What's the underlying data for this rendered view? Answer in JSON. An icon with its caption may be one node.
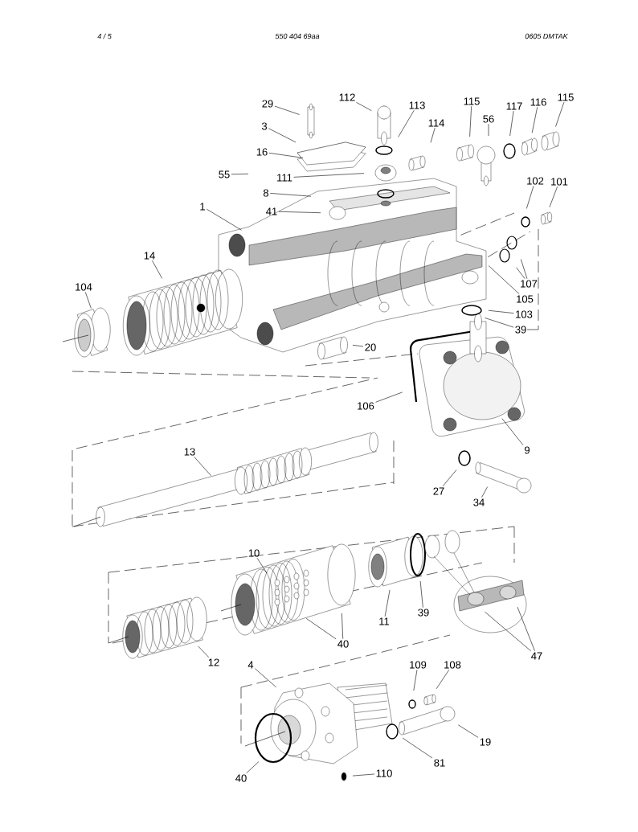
{
  "diagram": {
    "nodes": [
      {
        "text": [
          "29"
        ]
      },
      {
        "text": [
          "112"
        ]
      },
      {
        "text": [
          "113"
        ]
      },
      {
        "text": [
          "114"
        ]
      },
      {
        "text": [
          "115"
        ]
      },
      {
        "text": [
          "56"
        ]
      },
      {
        "text": [
          "117"
        ]
      },
      {
        "text": [
          "116"
        ]
      },
      {
        "text": [
          "115"
        ]
      },
      {
        "text": [
          "3"
        ]
      },
      {
        "text": [
          "16"
        ]
      },
      {
        "text": [
          "55"
        ]
      },
      {
        "text": [
          "111"
        ]
      },
      {
        "text": [
          "8"
        ]
      },
      {
        "text": [
          "1"
        ]
      },
      {
        "text": [
          "41"
        ]
      },
      {
        "text": [
          "102"
        ]
      },
      {
        "text": [
          "101"
        ]
      },
      {
        "text": [
          "14"
        ]
      },
      {
        "text": [
          "104"
        ]
      },
      {
        "text": [
          "107"
        ]
      },
      {
        "text": [
          "105"
        ]
      },
      {
        "text": [
          "103"
        ]
      },
      {
        "text": [
          "39"
        ]
      },
      {
        "text": [
          "20"
        ]
      },
      {
        "text": [
          "106"
        ]
      },
      {
        "text": [
          "9"
        ]
      },
      {
        "text": [
          "13"
        ]
      },
      {
        "text": [
          "27"
        ]
      },
      {
        "text": [
          "34"
        ]
      },
      {
        "text": [
          "10"
        ]
      },
      {
        "text": [
          "11"
        ]
      },
      {
        "text": [
          "39"
        ]
      },
      {
        "text": [
          "40"
        ]
      },
      {
        "text": [
          "12"
        ]
      },
      {
        "text": [
          "47"
        ]
      },
      {
        "text": [
          "4"
        ]
      },
      {
        "text": [
          "109"
        ]
      },
      {
        "text": [
          "108"
        ]
      },
      {
        "text": [
          "19"
        ]
      },
      {
        "text": [
          "81"
        ]
      },
      {
        "text": [
          "40"
        ]
      },
      {
        "text": [
          "110"
        ]
      }
    ],
    "edges": [
      {
        "from": 0,
        "to": null,
        "arrow": "none"
      },
      {
        "from": 1,
        "to": null,
        "arrow": "none"
      },
      {
        "from": 2,
        "to": null,
        "arrow": "none"
      },
      {
        "from": 3,
        "to": null,
        "arrow": "none"
      },
      {
        "from": 4,
        "to": null,
        "arrow": "none"
      },
      {
        "from": 5,
        "to": null,
        "arrow": "none"
      },
      {
        "from": 6,
        "to": null,
        "arrow": "none"
      },
      {
        "from": 7,
        "to": null,
        "arrow": "none"
      },
      {
        "from": 8,
        "to": null,
        "arrow": "none"
      },
      {
        "from": 9,
        "to": null,
        "arrow": "none"
      },
      {
        "from": 10,
        "to": null,
        "arrow": "none"
      },
      {
        "from": 11,
        "to": null,
        "arrow": "none"
      },
      {
        "from": 12,
        "to": null,
        "arrow": "none"
      },
      {
        "from": 13,
        "to": null,
        "arrow": "none"
      },
      {
        "from": 14,
        "to": null,
        "arrow": "none"
      },
      {
        "from": 15,
        "to": null,
        "arrow": "none"
      },
      {
        "from": 16,
        "to": null,
        "arrow": "none"
      },
      {
        "from": 17,
        "to": null,
        "arrow": "none"
      },
      {
        "from": 18,
        "to": null,
        "arrow": "none"
      },
      {
        "from": 19,
        "to": null,
        "arrow": "none"
      },
      {
        "from": 20,
        "to": null,
        "arrow": "none"
      },
      {
        "from": 20,
        "to": null,
        "arrow": "none"
      },
      {
        "from": 21,
        "to": null,
        "arrow": "none"
      },
      {
        "from": 22,
        "to": null,
        "arrow": "none"
      },
      {
        "from": 23,
        "to": null,
        "arrow": "none"
      },
      {
        "from": 24,
        "to": null,
        "arrow": "none"
      },
      {
        "from": 25,
        "to": null,
        "arrow": "none"
      },
      {
        "from": 26,
        "to": null,
        "arrow": "none"
      },
      {
        "from": 27,
        "to": null,
        "arrow": "none"
      },
      {
        "from": 28,
        "to": null,
        "arrow": "none"
      },
      {
        "from": 29,
        "to": null,
        "arrow": "none"
      },
      {
        "from": 30,
        "to": null,
        "arrow": "none"
      },
      {
        "from": 31,
        "to": null,
        "arrow": "none"
      },
      {
        "from": 32,
        "to": null,
        "arrow": "none"
      },
      {
        "from": 33,
        "to": null,
        "arrow": "none"
      },
      {
        "from": 33,
        "to": null,
        "arrow": "none"
      },
      {
        "from": 34,
        "to": null,
        "arrow": "none"
      },
      {
        "from": 35,
        "to": null,
        "arrow": "none"
      },
      {
        "from": 35,
        "to": null,
        "arrow": "none"
      },
      {
        "from": 36,
        "to": null,
        "arrow": "none"
      },
      {
        "from": 37,
        "to": null,
        "arrow": "none"
      },
      {
        "from": 38,
        "to": null,
        "arrow": "none"
      },
      {
        "from": 39,
        "to": null,
        "arrow": "none"
      },
      {
        "from": 40,
        "to": null,
        "arrow": "none"
      },
      {
        "from": 41,
        "to": null,
        "arrow": "none"
      },
      {
        "from": 42,
        "to": null,
        "arrow": "none"
      }
    ],
    "labels": [
      "4 /   5",
      "550 404 69aa",
      "0605   DMTAK"
    ]
  }
}
